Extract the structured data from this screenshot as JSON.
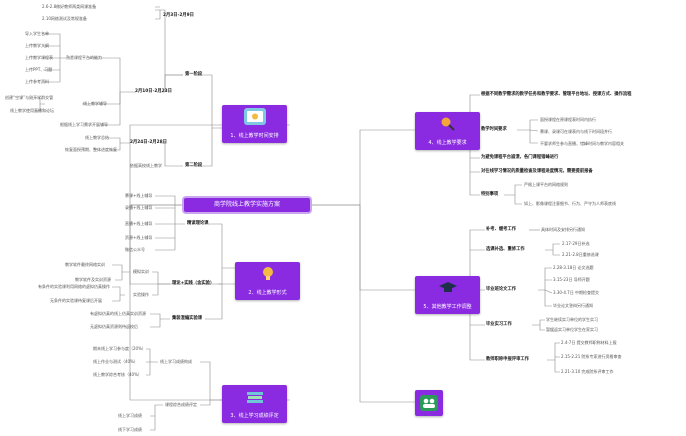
{
  "center": {
    "label": "商学院线上教学实施方案"
  },
  "branches": {
    "b1": {
      "label": "1、线上教学时间安排",
      "icon": "certificate-icon",
      "stage1": "第一阶段",
      "stage2": "第二阶段",
      "period1": "2月3日-2月9日",
      "period1_items": [
        "2.6-2.8做好教师两类网课准备",
        "2.10网络测试及常规准备"
      ],
      "period2": "2月10日-2月23日",
      "platform": "熟悉课程平台的能力",
      "platform_items": [
        "导入学生名单",
        "上传教学大纲",
        "上传教学课程表",
        "上传PPT、习题",
        "上传参考资料"
      ],
      "teach_label": "线上教学辅导",
      "teach_items": [
        "创建“空课”与刚开学群交管",
        "线上教学使用直播和论坛"
      ],
      "extra": "根据线上学习需求开展辅导",
      "period3": "2月24日-2月28日",
      "period3_items": [
        "线上教学总结",
        "恢复面授预期、整体进度恢复"
      ],
      "stage2_label": "依据高校线上教学"
    },
    "b2": {
      "label": "2、线上教学形式",
      "icon": "lightbulb-icon",
      "theory": "精读理论课",
      "theory_items": [
        "慕课+线上辅导",
        "录播+线上辅导",
        "直播+线上辅导",
        "资源+线上辅导",
        "微信公众号"
      ],
      "practice": "理论+实践（含实验）",
      "sim": "模拟实训",
      "sim_items": [
        "教学软件最终网络实训",
        "教学软件及实训资源"
      ],
      "exp": "实验操作",
      "exp_items": [
        "有条件的实验课利用网络的虚拟仿真操作",
        "无条件的实验课待复课后开展"
      ],
      "mixed": "集装混编实验课",
      "mixed_items": [
        "有虚拟仿真的线上仿真实训资源",
        "无虚拟仿真资源则待返校后"
      ]
    },
    "b3": {
      "label": "3、线上学习成绩评定",
      "icon": "books-icon",
      "comp": "线上学习成绩构成",
      "comp_items": [
        "期末线上学习参与度（20%）",
        "线上作业与测试（40%）",
        "线上教学综合考核（40%）"
      ],
      "eval": "课程综合成绩评定",
      "eval_items": [
        "线上学习成绩",
        "线下学习成绩"
      ]
    },
    "b4": {
      "label": "4、线上教学要求",
      "icon": "magnifier-icon",
      "top": "根据不同教学需求的教学任务和教学要求、管理平台地址、授课方式、操作流程",
      "require": "教学时间要求",
      "require_items": [
        "面授课程在原课程表时间内执行",
        "慕课、录课可在课表内与线下时间段并行",
        "不要求师生参与直播，错峰时间与教学内容相关"
      ],
      "note1": "为避免课程平台崩溃，各门课程错峰进行",
      "note2": "对在线学习情况的质量检查及课程进度情况，需要提前报备",
      "notice": "特别事项",
      "notice_items": [
        "严格上课平台的网络规则",
        "如上、影像课程注意细节、行为、严守为人师表底线"
      ]
    },
    "b5": {
      "label": "5、其他教学工作调整",
      "icon": "graduation-cap-icon",
      "w1": "补考、缓考工作",
      "w1_items": [
        "具体时间及安排另行通知"
      ],
      "w2": "选课补选、重修工作",
      "w2_items": [
        "2.17-29日补选",
        "2.21-2.8日重修选课"
      ],
      "w3": "毕业班论文工作",
      "w3_items": [
        "2.28-3.18日 论文选题",
        "3.15-23日 导师开题",
        "3.30-4.7日 中期检查提交",
        "毕业论文答辩另行通知"
      ],
      "w4": "毕业实习工作",
      "w4_items": [
        "学生继续实习单位的学生实习",
        "暂缓返实习单位学生在家实习"
      ],
      "w5": "教师职称申报评审工作",
      "w5_items": [
        "2.4-7日 提交教师职称材料上报",
        "2.15-2.21 院系专家进行资格审查",
        "2.21-3.10 完成院系评审工作"
      ]
    },
    "b6": {
      "icon": "users-icon"
    }
  },
  "colors": {
    "node": "#8a2be2",
    "line": "#8a8a8a",
    "center_glow": "#c9a7f0"
  }
}
